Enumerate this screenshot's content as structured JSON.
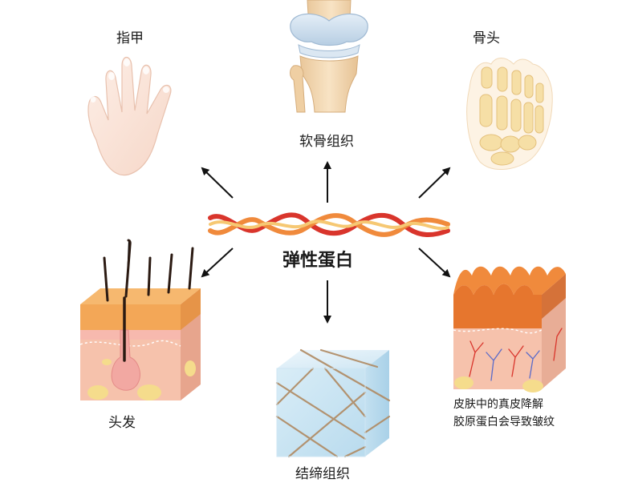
{
  "center": {
    "label": "弹性蛋白"
  },
  "nodes": {
    "nail": {
      "label": "指甲"
    },
    "cartilage": {
      "label": "软骨组织"
    },
    "bone": {
      "label": "骨头"
    },
    "hair": {
      "label": "头发"
    },
    "connective": {
      "label": "结缔组织"
    },
    "skin": {
      "line1": "皮肤中的真皮降解",
      "line2": "胶原蛋白会导致皱纹"
    }
  },
  "colors": {
    "strand_red": "#d9352c",
    "strand_orange": "#f08a3c",
    "strand_yellow": "#f6c873",
    "skin_pink": "#f6c2ac",
    "epidermis_orange": "#f3b16c",
    "fat_yellow": "#f5dc8c",
    "cartilage_blue": "#c8dcec",
    "bone_tan": "#f4d9b2",
    "ice_blue": "#d8ecf6",
    "fiber_brown": "#b08a62",
    "arrow_black": "#111111"
  }
}
